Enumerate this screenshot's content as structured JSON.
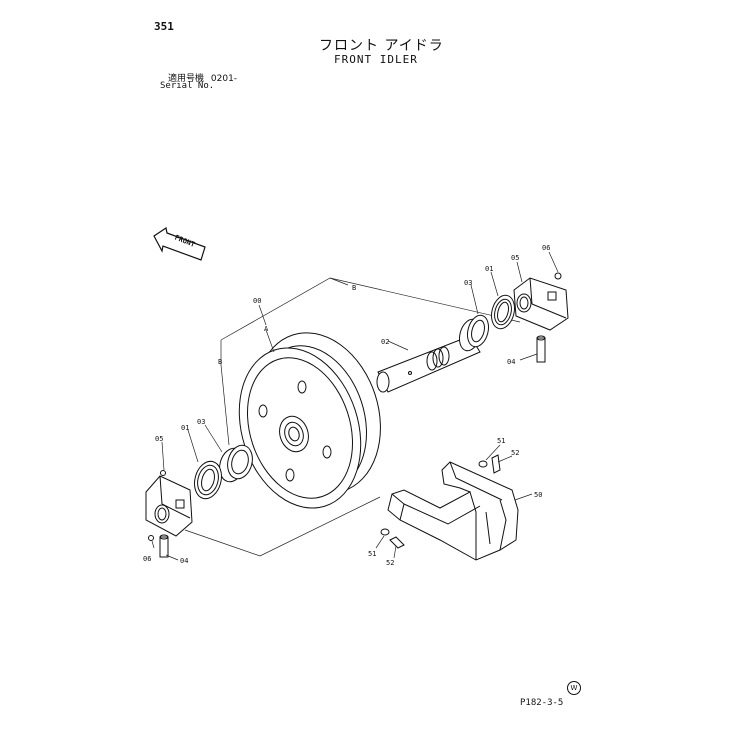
{
  "header": {
    "page_number": "351",
    "title_jp": "フロント アイドラ",
    "title_en": "FRONT IDLER",
    "serial_label_jp": "適用号機",
    "serial_value": "0201-",
    "serial_label_en": "Serial No."
  },
  "direction_arrow": {
    "label": "FRONT"
  },
  "callouts": {
    "idler_wheel": "00",
    "hub_a": "A",
    "group_b_top": "B",
    "group_b_side": "B",
    "shaft": "02",
    "seal_right": "03",
    "floating_seal_right": "01",
    "bracket_right": "05",
    "bolt_right": "06",
    "pin_right": "04",
    "seal_left": "03",
    "floating_seal_left": "01",
    "bracket_left": "05",
    "bolt_left": "06",
    "pin_left": "04",
    "washer_top": "51",
    "bolt_top": "52",
    "guide_bracket": "50",
    "washer_bottom": "51",
    "bolt_bottom": "52"
  },
  "footer": {
    "drawing_ref": "P182-3-5",
    "mark": "W"
  }
}
